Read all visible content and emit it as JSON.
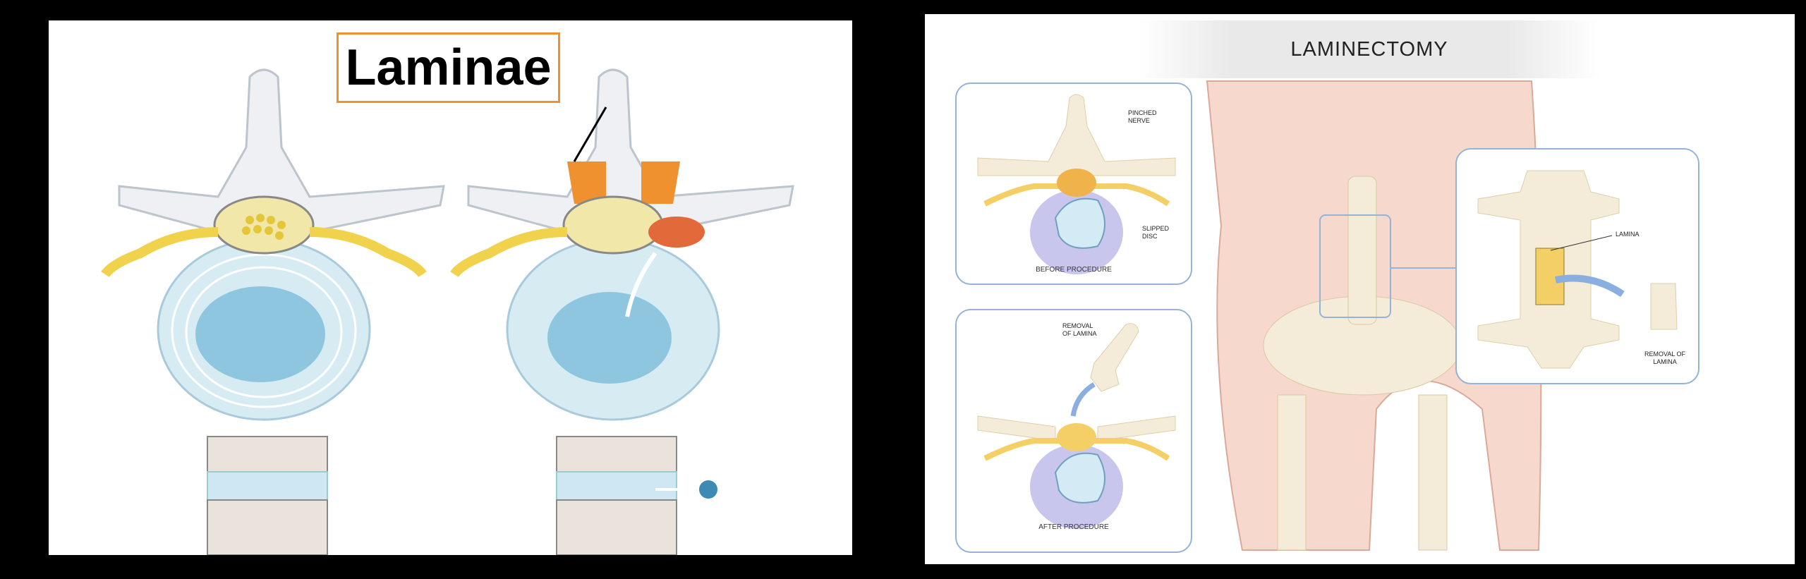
{
  "left_figure": {
    "highlight_label": "Laminae",
    "colors": {
      "highlight": "#f0912f",
      "disc": "#8fc6df",
      "nerve": "#f1d24c"
    }
  },
  "right_figure": {
    "title": "LAMINECTOMY",
    "before_panel": {
      "caption": "BEFORE PROCEDURE",
      "label_nerve": "PINCHED NERVE",
      "label_disc": "SLIPPED DISC"
    },
    "after_panel": {
      "caption": "AFTER PROCEDURE",
      "label_removal": "REMOVAL OF LAMINA"
    },
    "detail_panel": {
      "label_lamina": "LAMINA",
      "label_removal": "REMOVAL OF LAMINA"
    },
    "colors": {
      "panel_border": "#93b3da",
      "skin": "#f6d9cc",
      "bone": "#f4ecd9",
      "disc": "#c9c6ee"
    }
  }
}
